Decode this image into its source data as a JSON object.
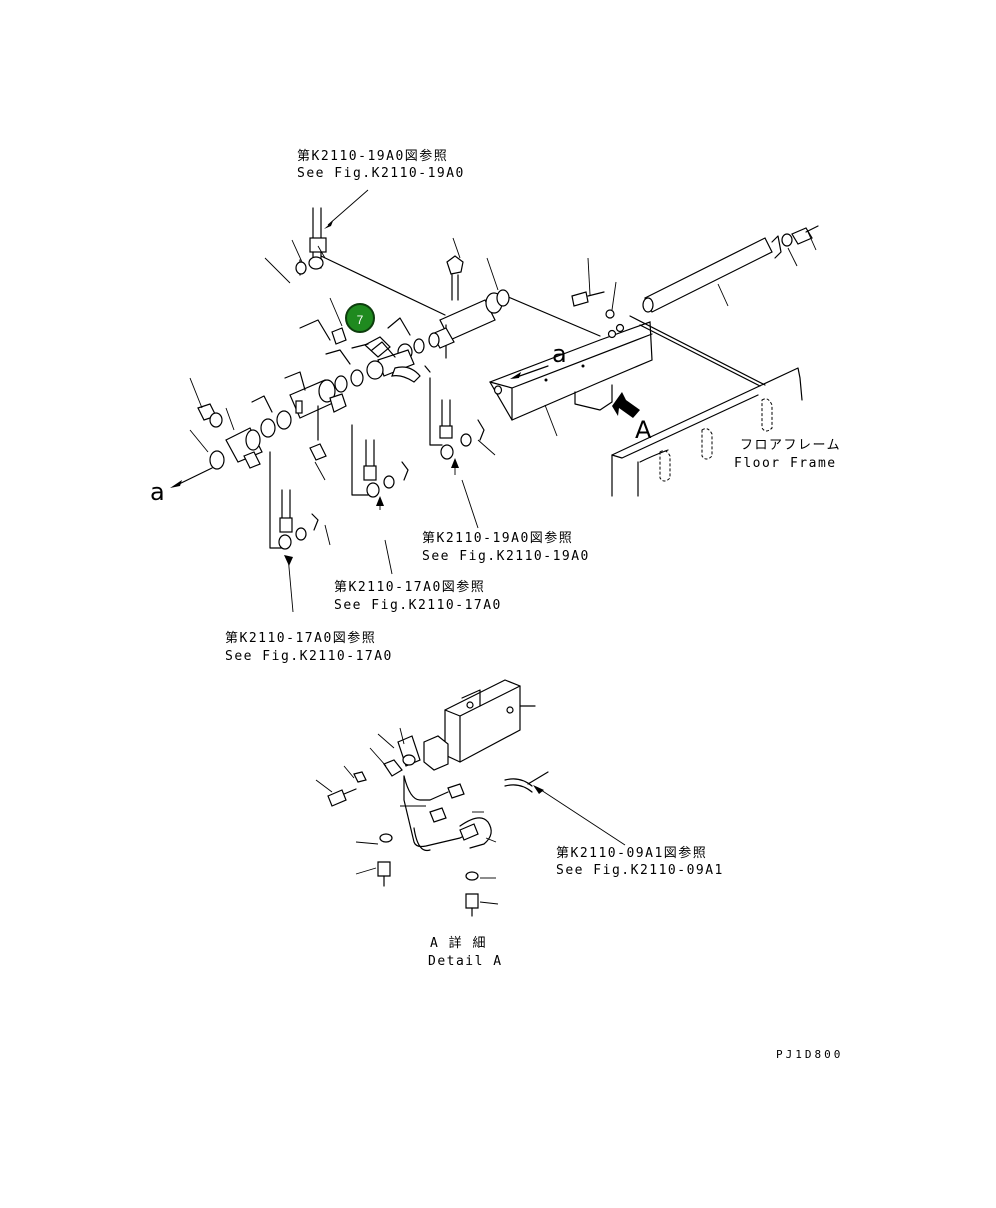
{
  "refs": {
    "top": [
      "第K2110-19A0図参照",
      "See Fig.K2110-19A0"
    ],
    "mid_right": [
      "第K2110-19A0図参照",
      "See Fig.K2110-19A0"
    ],
    "mid": [
      "第K2110-17A0図参照",
      "See Fig.K2110-17A0"
    ],
    "bottom_left": [
      "第K2110-17A0図参照",
      "See Fig.K2110-17A0"
    ],
    "detail": [
      "第K2110-09A1図参照",
      "See Fig.K2110-09A1"
    ]
  },
  "floor_frame": [
    "フロアフレーム",
    "Floor Frame"
  ],
  "detail_title": [
    "A 詳 細",
    "Detail A"
  ],
  "view_arrow": "A",
  "section_marks": [
    "a",
    "a"
  ],
  "marker": {
    "label": "7",
    "color": "#1f8a1f"
  },
  "drawing_code": "PJ1D800"
}
